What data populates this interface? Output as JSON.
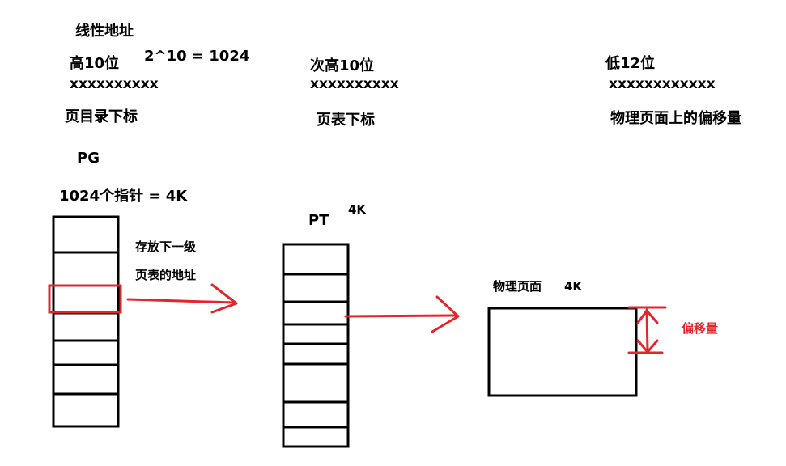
{
  "labels": {
    "linear_address": "线性地址",
    "high10": "高10位",
    "formula_top": "2^10 = 1024",
    "high10_bits": "xxxxxxxxxx",
    "dir_index": "页目录下标",
    "mid10": "次高10位",
    "mid10_bits": "xxxxxxxxxx",
    "table_index": "页表下标",
    "low12": "低12位",
    "low12_bits": "xxxxxxxxxxxx",
    "page_offset_desc": "物理页面上的偏移量",
    "pg": "PG",
    "pointers": "1024个指针 = 4K",
    "store_next_line1": "存放下一级",
    "store_next_line2": "页表的地址",
    "pt": "PT",
    "pt_size": "4K",
    "phys_page": "物理页面",
    "phys_size": "4K",
    "offset": "偏移量"
  },
  "colors": {
    "ink": "#000000",
    "highlight": "#e3262b"
  }
}
